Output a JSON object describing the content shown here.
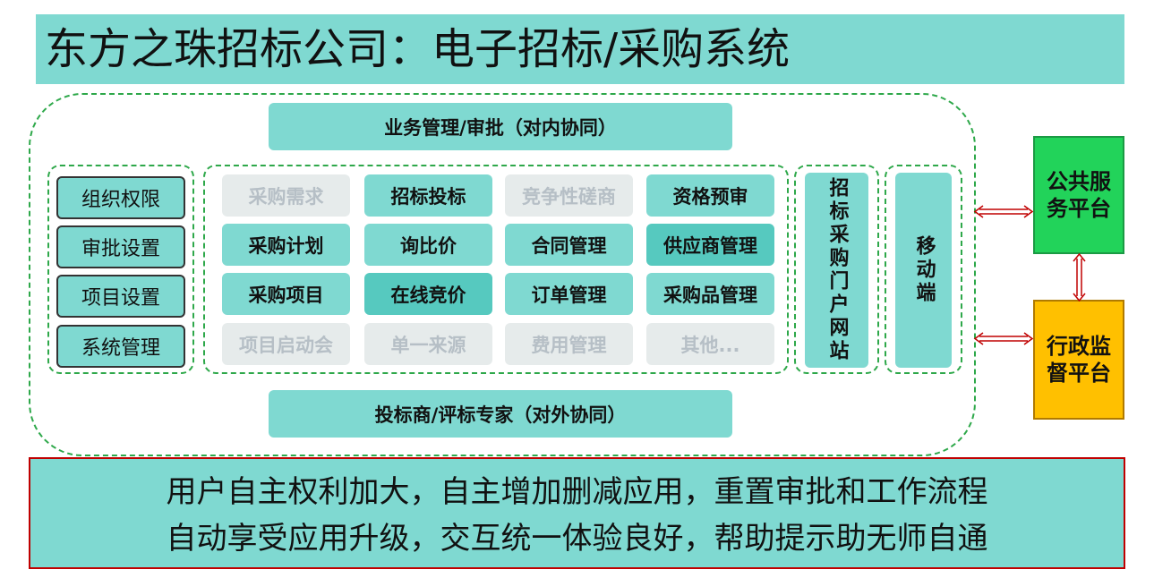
{
  "title": "东方之珠招标公司：电子招标/采购系统",
  "top_bar": "业务管理/审批（对内协同）",
  "bottom_bar": "投标商/评标专家（对外协同）",
  "side_items": [
    "组织权限",
    "审批设置",
    "项目设置",
    "系统管理"
  ],
  "grid": [
    [
      {
        "label": "采购需求",
        "state": "inactive"
      },
      {
        "label": "招标投标",
        "state": "active"
      },
      {
        "label": "竞争性磋商",
        "state": "inactive"
      },
      {
        "label": "资格预审",
        "state": "active"
      }
    ],
    [
      {
        "label": "采购计划",
        "state": "active"
      },
      {
        "label": "询比价",
        "state": "active"
      },
      {
        "label": "合同管理",
        "state": "active"
      },
      {
        "label": "供应商管理",
        "state": "dark"
      }
    ],
    [
      {
        "label": "采购项目",
        "state": "active"
      },
      {
        "label": "在线竞价",
        "state": "dark"
      },
      {
        "label": "订单管理",
        "state": "active"
      },
      {
        "label": "采购品管理",
        "state": "active"
      }
    ],
    [
      {
        "label": "项目启动会",
        "state": "inactive"
      },
      {
        "label": "单一来源",
        "state": "inactive"
      },
      {
        "label": "费用管理",
        "state": "inactive"
      },
      {
        "label": "其他...",
        "state": "inactive"
      }
    ]
  ],
  "portal": "招标采购门户网站",
  "mobile": "移动端",
  "platforms": {
    "public": "公共服务平台",
    "supervision": "行政监督平台"
  },
  "bottom_text": [
    "用户自主权利加大，自主增加删减应用，重置审批和工作流程",
    "自动享受应用升级，交互统一体验良好，帮助提示助无师自通"
  ],
  "colors": {
    "teal": "#7fd9d1",
    "teal_dark": "#56c9bf",
    "inactive_bg": "#e6ebeb",
    "inactive_text": "#b6bfc6",
    "frame_green": "#2ea84a",
    "public_platform": "#22d35a",
    "supervision_platform": "#ffc000",
    "arrow_red": "#c00000"
  }
}
